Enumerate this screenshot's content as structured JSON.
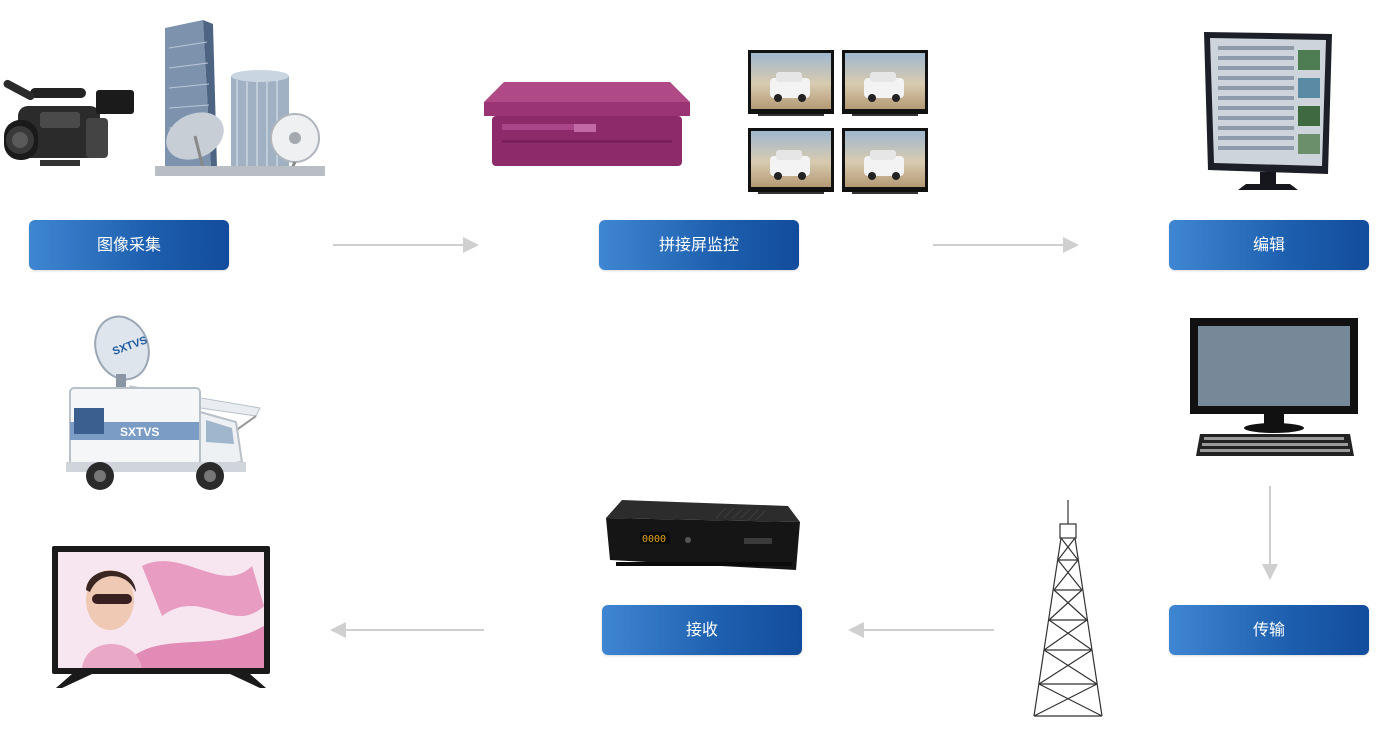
{
  "steps": {
    "capture": "图像采集",
    "monitor": "拼接屏监控",
    "edit": "编辑",
    "transmit": "传输",
    "receive": "接收"
  },
  "truck": {
    "dish_text": "SXTVS",
    "side_text": "SXTVS"
  },
  "decoder_display": "0000",
  "colors": {
    "label_start": "#3f86d2",
    "label_end": "#134c9c",
    "arrow": "#cfcfcf"
  }
}
